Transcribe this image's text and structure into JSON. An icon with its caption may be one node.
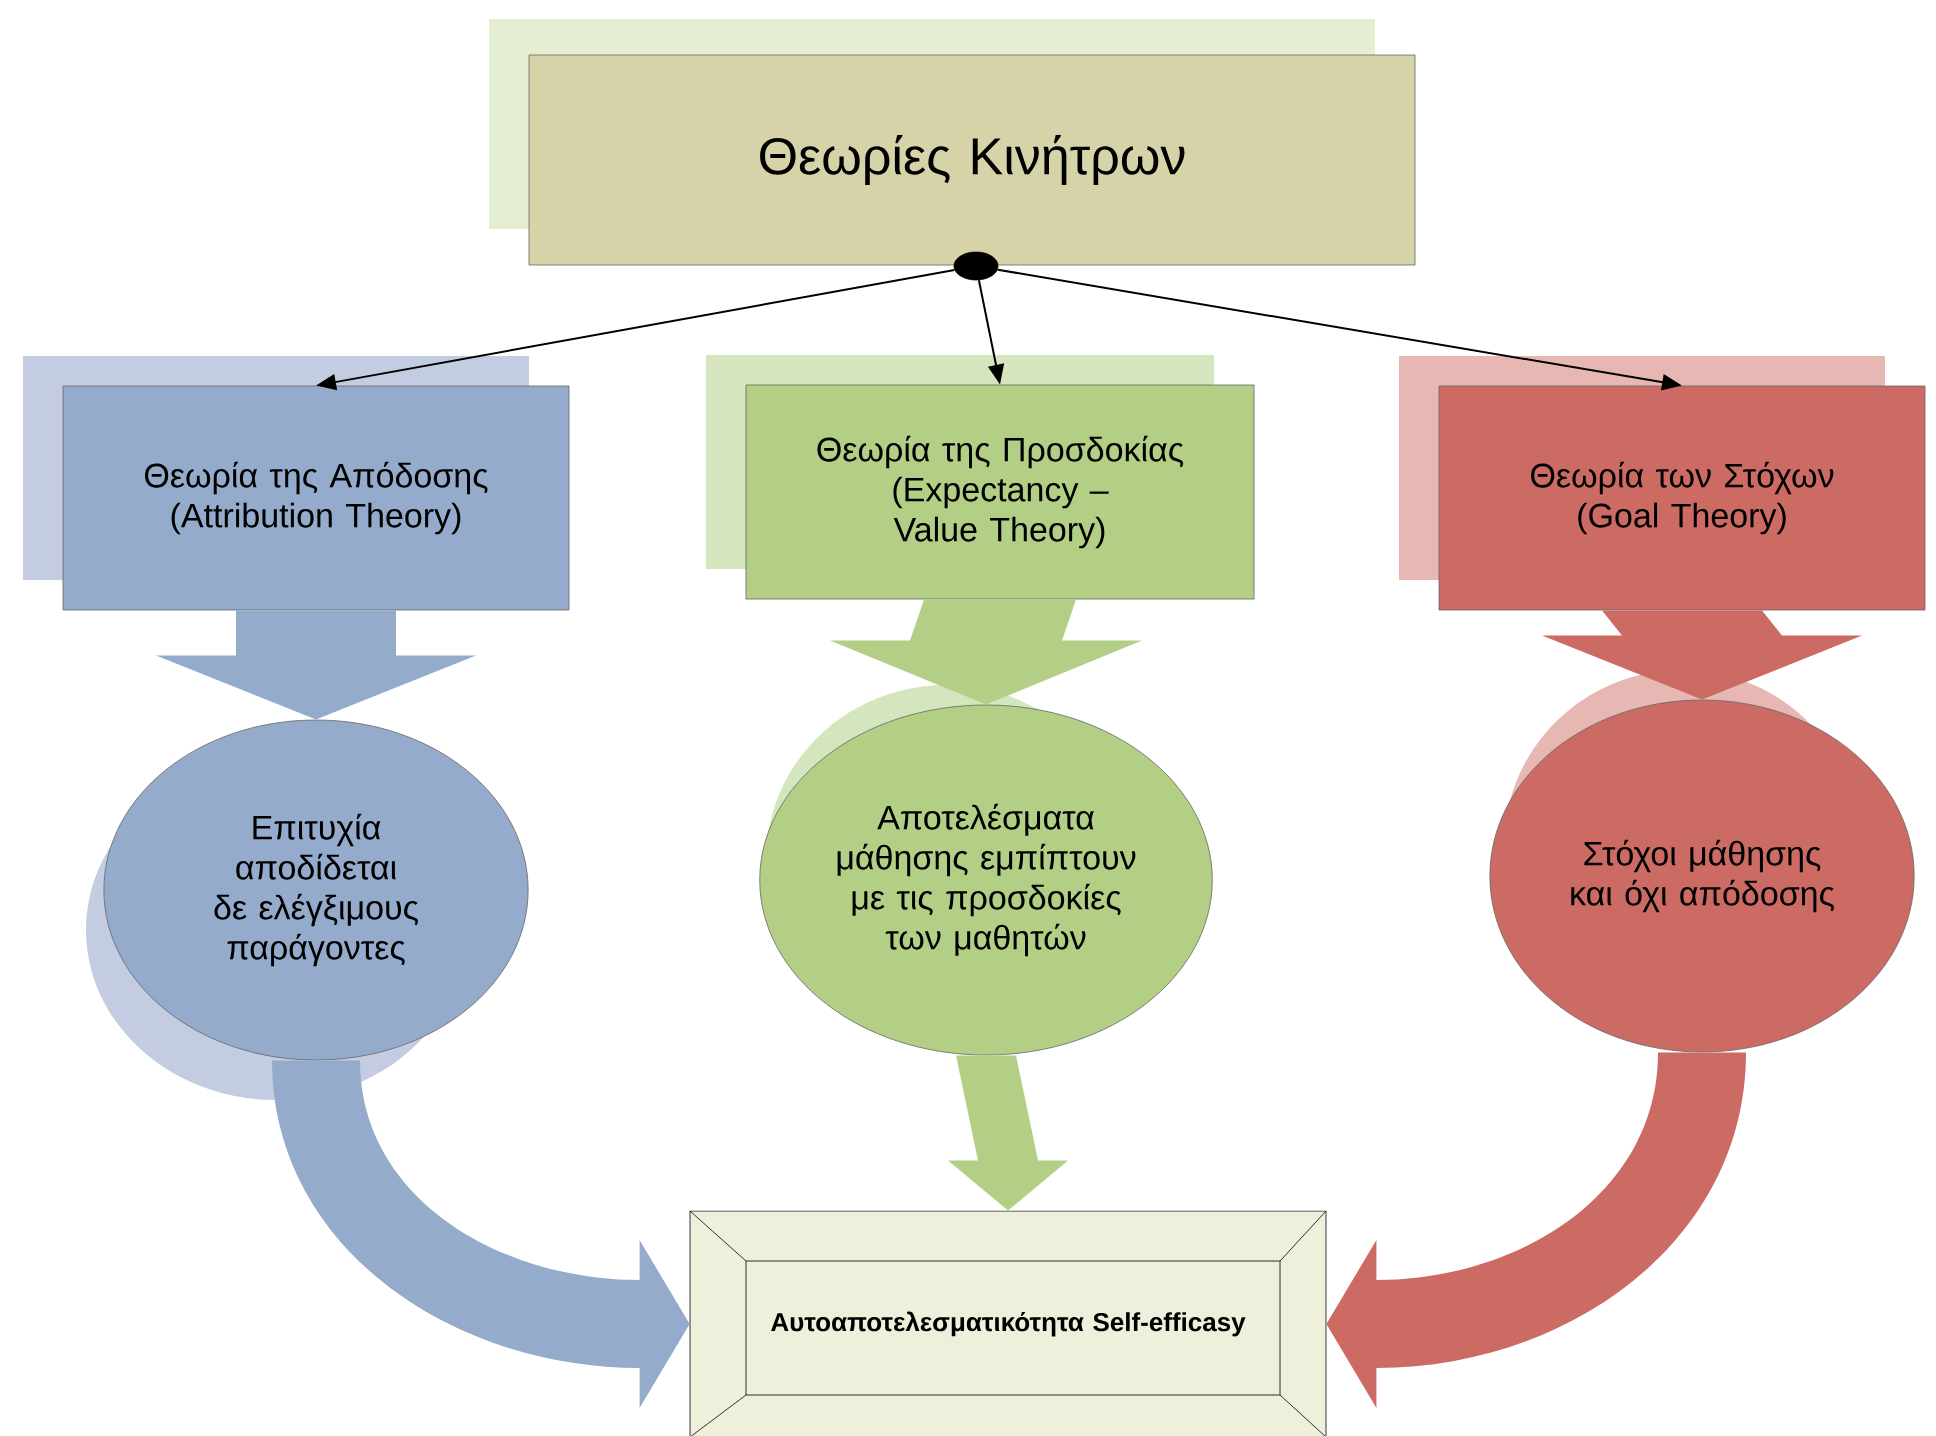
{
  "diagram": {
    "nodes": [
      {
        "text": [
          "Θεωρίες Κινήτρων"
        ]
      },
      {
        "text": [],
        "shape": "circle"
      },
      {
        "text": [
          "Θεωρία της Απόδοσης (Attribution Theory)"
        ]
      },
      {
        "text": [
          "Θεωρία  της Προσδοκίας (Expectancy –Value Theory)"
        ]
      },
      {
        "text": [
          "Θεωρία των Στόχων (Goal Theory)"
        ]
      },
      {
        "text": [
          "Επιτυχία αποδίδεται δε ελέγξιμους παράγοντες"
        ]
      },
      {
        "text": [
          "Αποτελέσματα μάθησης εμπίπτουν με τις προσδοκίες των μαθητών"
        ]
      },
      {
        "text": [
          "Στόχοι μάθησης και όχι απόδοσης"
        ]
      },
      {
        "text": [
          "Αυτοαποτελεσματικότητα Self-efficasy"
        ]
      }
    ],
    "edges": [
      {
        "from": 1,
        "to": 2,
        "arrow": "to"
      },
      {
        "from": 1,
        "to": 3,
        "arrow": "to"
      },
      {
        "from": 1,
        "to": 4,
        "arrow": "to"
      },
      {
        "from": 2,
        "to": 5,
        "arrow": "to",
        "style": "thick",
        "color": "#94abcb"
      },
      {
        "from": 3,
        "to": 6,
        "arrow": "to",
        "style": "thick",
        "color": "#b3cf85"
      },
      {
        "from": 4,
        "to": 7,
        "arrow": "to",
        "style": "thick",
        "color": "#cc6a64"
      },
      {
        "from": 5,
        "to": 8,
        "arrow": "to",
        "style": "thick",
        "color": "#94abcb"
      },
      {
        "from": 6,
        "to": 8,
        "arrow": "to",
        "style": "thick",
        "color": "#b3cf85"
      },
      {
        "from": 7,
        "to": 8,
        "arrow": "to",
        "style": "thick",
        "color": "#cc6a64"
      }
    ]
  }
}
